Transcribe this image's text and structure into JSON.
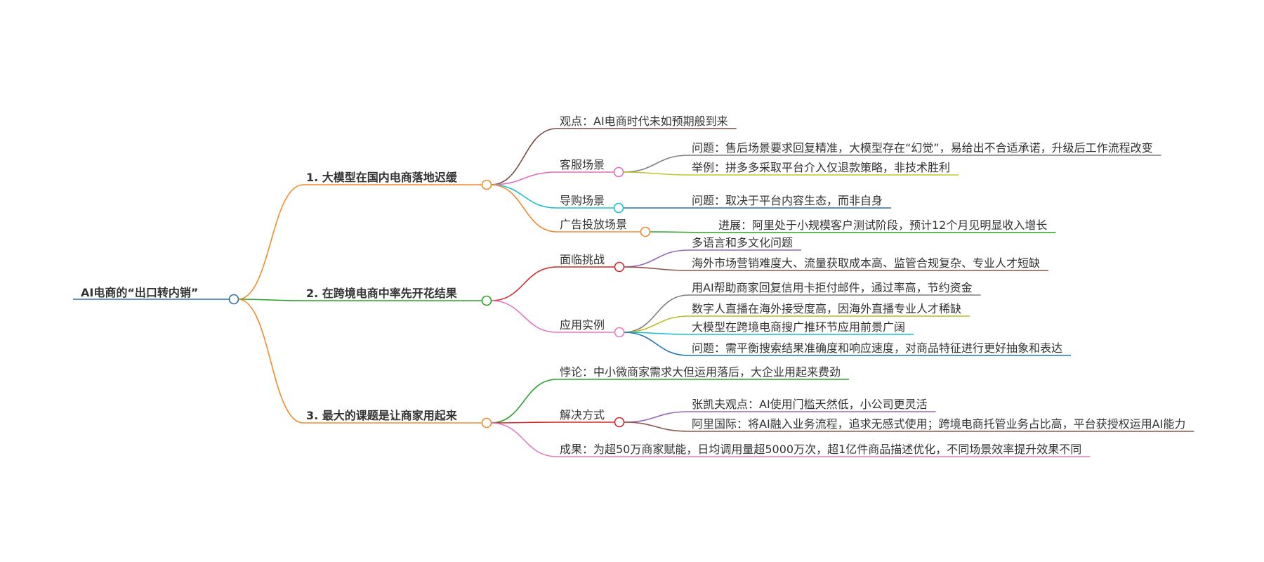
{
  "mindmap": {
    "root": {
      "text": "AI电商的“出口转内销”",
      "color": "#2f6db5"
    },
    "branches": [
      {
        "text": "1. 大模型在国内电商落地迟缓",
        "color": "#f08c2e",
        "children": [
          {
            "text": "观点：AI电商时代未如预期般到来",
            "color": "#7b4a3e",
            "children": []
          },
          {
            "text": "客服场景",
            "color": "#e06cc0",
            "children": [
              {
                "text": "问题：售后场景要求回复精准，大模型存在“幻觉”，易给出不合适承诺，升级后工作流程改变",
                "color": "#7f7f7f"
              },
              {
                "text": "举例：拼多多采取平台介入仅退款策略，非技术胜利",
                "color": "#c5c52a"
              }
            ]
          },
          {
            "text": "导购场景",
            "color": "#1bbfce",
            "children": [
              {
                "text": "问题：取决于平台内容生态，而非自身",
                "color": "#2f6db5"
              }
            ]
          },
          {
            "text": "广告投放场景",
            "color": "#f08c2e",
            "children": [
              {
                "text": "进展：阿里处于小规模客户测试阶段，预计12个月见明显收入增长",
                "color": "#2ca02c"
              }
            ]
          }
        ]
      },
      {
        "text": "2. 在跨境电商中率先开花结果",
        "color": "#2ca02c",
        "children": [
          {
            "text": "面临挑战",
            "color": "#d62728",
            "children": [
              {
                "text": "多语言和多文化问题",
                "color": "#9467bd"
              },
              {
                "text": "海外市场营销难度大、流量获取成本高、监管合规复杂、专业人才短缺",
                "color": "#8c564b"
              }
            ]
          },
          {
            "text": "应用实例",
            "color": "#e377c2",
            "children": [
              {
                "text": "用AI帮助商家回复信用卡拒付邮件，通过率高，节约资金",
                "color": "#7f7f7f"
              },
              {
                "text": "数字人直播在海外接受度高，因海外直播专业人才稀缺",
                "color": "#bcbd22"
              },
              {
                "text": "大模型在跨境电商搜广推环节应用前景广阔",
                "color": "#17becf"
              },
              {
                "text": "问题：需平衡搜索结果准确度和响应速度，对商品特征进行更好抽象和表达",
                "color": "#1f77b4"
              }
            ]
          }
        ]
      },
      {
        "text": "3. 最大的课题是让商家用起来",
        "color": "#f08c2e",
        "children": [
          {
            "text": "悖论：中小微商家需求大但运用落后，大企业用起来费劲",
            "color": "#2ca02c",
            "children": []
          },
          {
            "text": "解决方式",
            "color": "#d62728",
            "children": [
              {
                "text": "张凯夫观点：AI使用门槛天然低，小公司更灵活",
                "color": "#9467bd"
              },
              {
                "text": "阿里国际：将AI融入业务流程，追求无感式使用；跨境电商托管业务占比高，平台获授权运用AI能力",
                "color": "#8c564b"
              }
            ]
          },
          {
            "text": "成果：为超50万商家赋能，日均调用量超5000万次，超1亿件商品描述优化，不同场景效率提升效果不同",
            "color": "#e377c2",
            "children": []
          }
        ]
      }
    ]
  }
}
